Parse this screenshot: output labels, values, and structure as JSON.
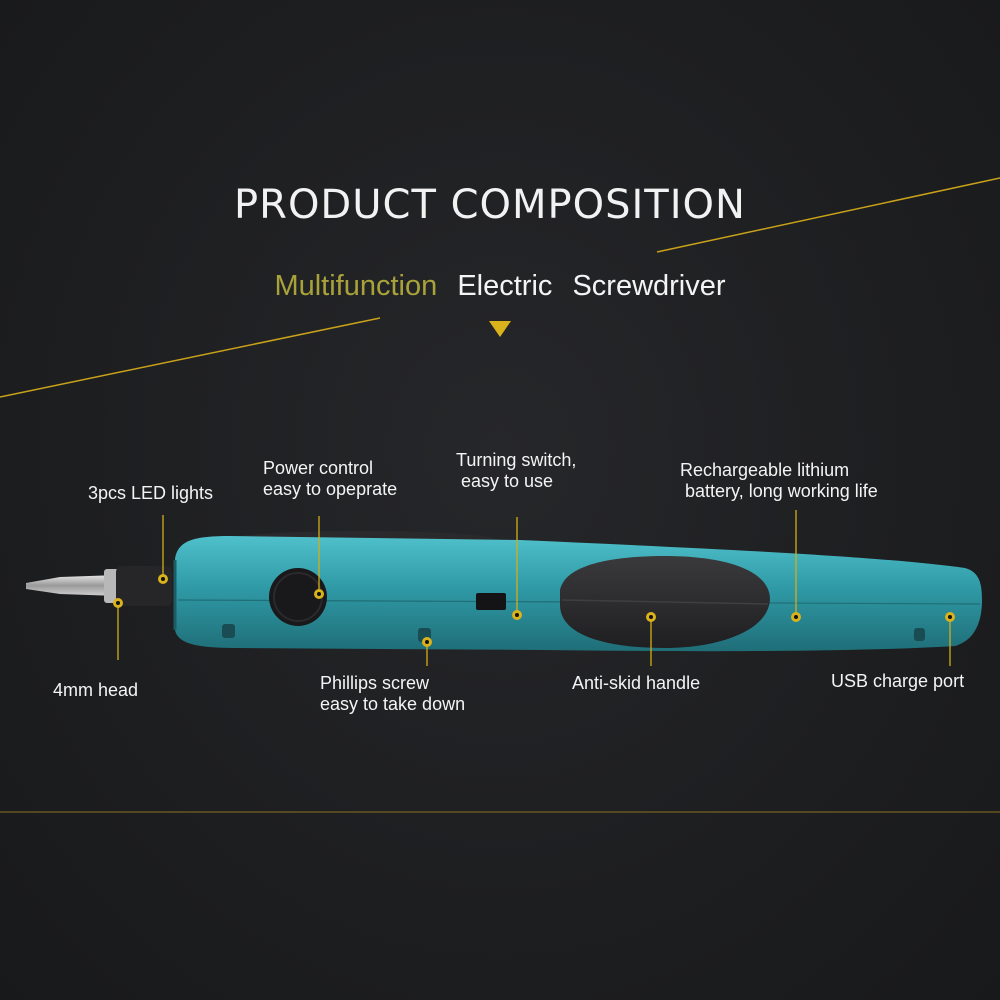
{
  "header": {
    "title": "PRODUCT COMPOSITION",
    "subtitle_highlight": "Multifunction",
    "subtitle_word_2": "Electric",
    "subtitle_word_3": "Screwdriver"
  },
  "colors": {
    "background": "#1c1d1f",
    "accent_gold": "#c9a21a",
    "highlight_text": "#a9a23a",
    "body_teal": "#2f9aa6",
    "grip_dark": "#2c2c2e"
  },
  "labels": {
    "led_lights": "3pcs LED lights",
    "power_control_1": "Power control",
    "power_control_2": "easy to opeprate",
    "turning_switch_1": "Turning switch,",
    "turning_switch_2": " easy to use",
    "battery_1": "Rechargeable lithium",
    "battery_2": " battery, long working life",
    "head": "4mm head",
    "phillips_1": "Phillips screw",
    "phillips_2": "easy to take down",
    "handle": "Anti-skid handle",
    "usb": "USB charge port"
  }
}
